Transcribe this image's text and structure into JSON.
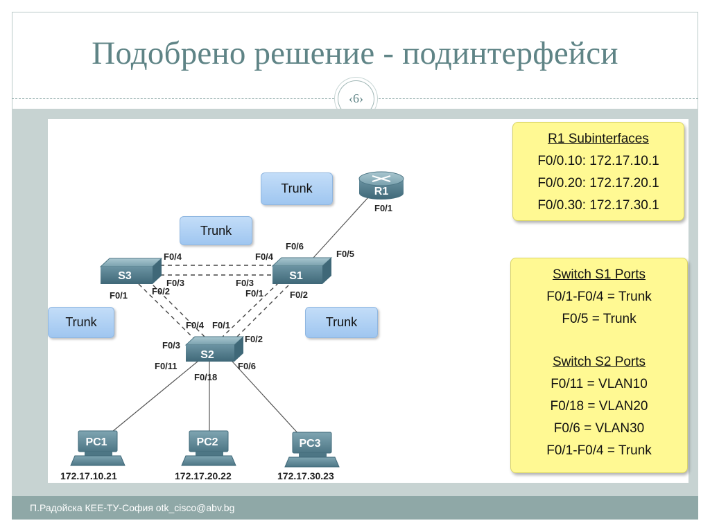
{
  "slide": {
    "title": "Подобрено решение - подинтерфейси",
    "number": "‹6›",
    "footer": "П.Радойска КЕЕ-ТУ-София otk_cisco@abv.bg"
  },
  "trunk_labels": [
    "Trunk",
    "Trunk",
    "Trunk",
    "Trunk"
  ],
  "r1_box": {
    "heading": "R1 Subinterfaces",
    "lines": [
      "F0/0.10: 172.17.10.1",
      "F0/0.20: 172.17.20.1",
      "F0/0.30: 172.17.30.1"
    ]
  },
  "ports_box": {
    "s1_heading": "Switch S1 Ports",
    "s1_lines": [
      "F0/1-F0/4 = Trunk",
      "F0/5 = Trunk"
    ],
    "s2_heading": "Switch S2 Ports",
    "s2_lines": [
      "F0/11 = VLAN10",
      "F0/18 = VLAN20",
      "F0/6 = VLAN30",
      "F0/1-F0/4 = Trunk"
    ]
  },
  "devices": {
    "r1": "R1",
    "s1": "S1",
    "s2": "S2",
    "s3": "S3",
    "pc1": "PC1",
    "pc2": "PC2",
    "pc3": "PC3"
  },
  "ports": {
    "r1_f01": "F0/1",
    "s1_f06": "F0/6",
    "s1_f05": "F0/5",
    "s1_f04": "F0/4",
    "s1_f03": "F0/3",
    "s1_f01": "F0/1",
    "s1_f02": "F0/2",
    "s3_f04": "F0/4",
    "s3_f03": "F0/3",
    "s3_f02": "F0/2",
    "s3_f01": "F0/1",
    "s2_f04": "F0/4",
    "s2_f01": "F0/1",
    "s2_f02": "F0/2",
    "s2_f03": "F0/3",
    "s2_f11": "F0/11",
    "s2_f18": "F0/18",
    "s2_f06": "F0/6"
  },
  "pc_ips": {
    "pc1": "172.17.10.21",
    "pc2": "172.17.20.22",
    "pc3": "172.17.30.23"
  },
  "colors": {
    "title": "#5f8486",
    "band": "#c7d3d2",
    "footer": "#8fa8a7",
    "note_yellow": "#fff993",
    "trunk_blue": "#a9cdf3",
    "device": "#5a8494"
  }
}
